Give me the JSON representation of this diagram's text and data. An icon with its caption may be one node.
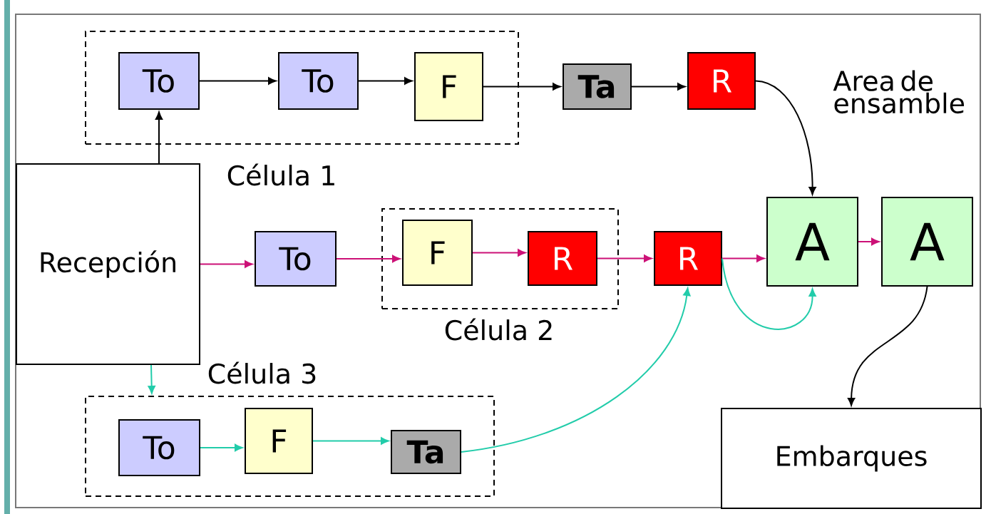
{
  "diagram": {
    "nodes": [
      {
        "text": [
          "Célula 1"
        ]
      },
      {
        "text": [
          "To"
        ],
        "in": 0
      },
      {
        "text": [
          "To"
        ],
        "in": 0
      },
      {
        "text": [
          "F"
        ],
        "in": 0
      },
      {
        "text": [
          "Ta"
        ]
      },
      {
        "text": [
          "R"
        ]
      },
      {
        "text": [
          "Recepción"
        ]
      },
      {
        "text": [
          "To"
        ]
      },
      {
        "text": [
          "Célula 2"
        ]
      },
      {
        "text": [
          "F"
        ],
        "in": 8
      },
      {
        "text": [
          "R"
        ],
        "in": 8
      },
      {
        "text": [
          "R"
        ]
      },
      {
        "text": [
          "A"
        ]
      },
      {
        "text": [
          "A"
        ]
      },
      {
        "text": [
          "Embarques"
        ]
      },
      {
        "text": [
          "Célula 3"
        ]
      },
      {
        "text": [
          "To"
        ],
        "in": 15
      },
      {
        "text": [
          "F"
        ],
        "in": 15
      },
      {
        "text": [
          "Ta"
        ],
        "in": 15
      }
    ],
    "edges": [
      {
        "from": 1,
        "to": 2,
        "arrow": "to"
      },
      {
        "from": 2,
        "to": 3,
        "arrow": "to"
      },
      {
        "from": 3,
        "to": 4,
        "arrow": "to"
      },
      {
        "from": 4,
        "to": 5,
        "arrow": "to"
      },
      {
        "from": 5,
        "to": 12,
        "arrow": "to"
      },
      {
        "from": 6,
        "to": 1,
        "arrow": "to"
      },
      {
        "from": 6,
        "to": 7,
        "arrow": "to",
        "color": "#cc1177"
      },
      {
        "from": 7,
        "to": 9,
        "arrow": "to",
        "color": "#cc1177"
      },
      {
        "from": 9,
        "to": 10,
        "arrow": "to",
        "color": "#cc1177"
      },
      {
        "from": 10,
        "to": 11,
        "arrow": "to",
        "color": "#cc1177"
      },
      {
        "from": 11,
        "to": 12,
        "arrow": "to",
        "color": "#cc1177"
      },
      {
        "from": 12,
        "to": 13,
        "arrow": "to",
        "color": "#cc1177"
      },
      {
        "from": 13,
        "to": 14,
        "arrow": "to"
      },
      {
        "from": 6,
        "to": 15,
        "arrow": "to",
        "color": "#22ccaa"
      },
      {
        "from": 16,
        "to": 17,
        "arrow": "to",
        "color": "#22ccaa"
      },
      {
        "from": 17,
        "to": 18,
        "arrow": "to",
        "color": "#22ccaa"
      },
      {
        "from": 18,
        "to": 11,
        "arrow": "to",
        "color": "#22ccaa"
      },
      {
        "from": 11,
        "to": 12,
        "arrow": "to",
        "color": "#22ccaa"
      }
    ],
    "labels": [
      "Area de ensamble"
    ]
  }
}
